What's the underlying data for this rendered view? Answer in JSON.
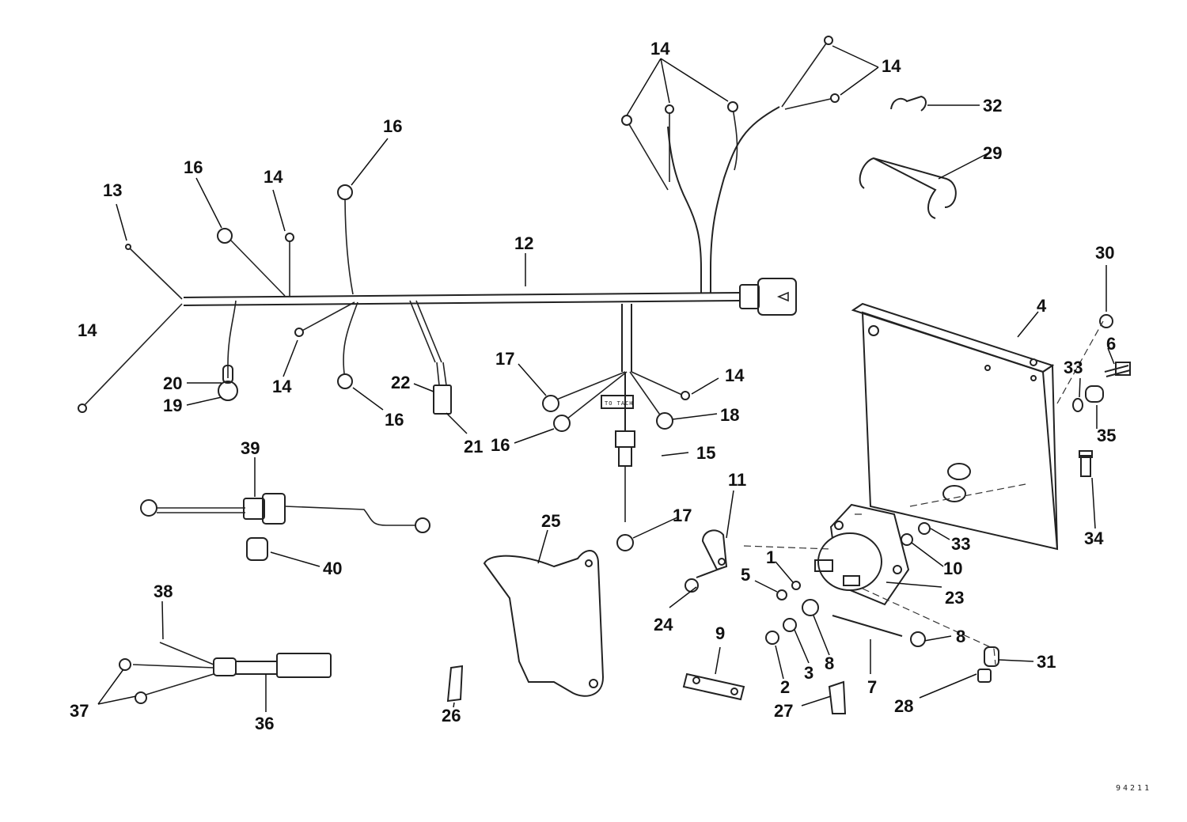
{
  "callouts": [
    {
      "id": "c13",
      "label": "13"
    },
    {
      "id": "c14a",
      "label": "14"
    },
    {
      "id": "c16a",
      "label": "16"
    },
    {
      "id": "c14b",
      "label": "14"
    },
    {
      "id": "c16b",
      "label": "16"
    },
    {
      "id": "c12",
      "label": "12"
    },
    {
      "id": "c14c",
      "label": "14"
    },
    {
      "id": "c14d",
      "label": "14"
    },
    {
      "id": "c32",
      "label": "32"
    },
    {
      "id": "c29",
      "label": "29"
    },
    {
      "id": "c30",
      "label": "30"
    },
    {
      "id": "c4",
      "label": "4"
    },
    {
      "id": "c6",
      "label": "6"
    },
    {
      "id": "c33a",
      "label": "33"
    },
    {
      "id": "c35",
      "label": "35"
    },
    {
      "id": "c34",
      "label": "34"
    },
    {
      "id": "c20",
      "label": "20"
    },
    {
      "id": "c19",
      "label": "19"
    },
    {
      "id": "c14e",
      "label": "14"
    },
    {
      "id": "c16c",
      "label": "16"
    },
    {
      "id": "c22",
      "label": "22"
    },
    {
      "id": "c21",
      "label": "21"
    },
    {
      "id": "c17a",
      "label": "17"
    },
    {
      "id": "c14f",
      "label": "14"
    },
    {
      "id": "c18",
      "label": "18"
    },
    {
      "id": "c16d",
      "label": "16"
    },
    {
      "id": "c15",
      "label": "15"
    },
    {
      "id": "c17b",
      "label": "17"
    },
    {
      "id": "c39",
      "label": "39"
    },
    {
      "id": "c40",
      "label": "40"
    },
    {
      "id": "c25",
      "label": "25"
    },
    {
      "id": "c11",
      "label": "11"
    },
    {
      "id": "c1",
      "label": "1"
    },
    {
      "id": "c5",
      "label": "5"
    },
    {
      "id": "c33b",
      "label": "33"
    },
    {
      "id": "c10",
      "label": "10"
    },
    {
      "id": "c23",
      "label": "23"
    },
    {
      "id": "c24",
      "label": "24"
    },
    {
      "id": "c38",
      "label": "38"
    },
    {
      "id": "c37",
      "label": "37"
    },
    {
      "id": "c36",
      "label": "36"
    },
    {
      "id": "c26",
      "label": "26"
    },
    {
      "id": "c9",
      "label": "9"
    },
    {
      "id": "c2",
      "label": "2"
    },
    {
      "id": "c3",
      "label": "3"
    },
    {
      "id": "c8a",
      "label": "8"
    },
    {
      "id": "c7",
      "label": "7"
    },
    {
      "id": "c8b",
      "label": "8"
    },
    {
      "id": "c27",
      "label": "27"
    },
    {
      "id": "c28",
      "label": "28"
    },
    {
      "id": "c31",
      "label": "31"
    }
  ],
  "drawing_code": "94211"
}
